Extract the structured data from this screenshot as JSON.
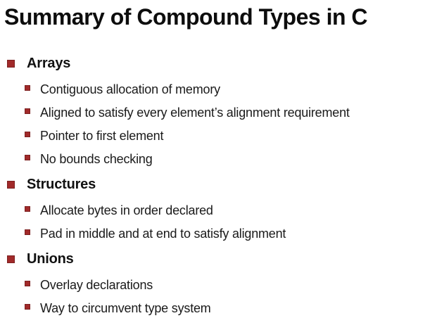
{
  "slide": {
    "title": "Summary of Compound Types in C",
    "accent_color": "#a12a2a",
    "text_color": "#1a1a1a",
    "background_color": "#ffffff",
    "sections": [
      {
        "heading": "Arrays",
        "items": [
          "Contiguous allocation of memory",
          "Aligned to satisfy every element’s alignment requirement",
          "Pointer to first element",
          "No bounds checking"
        ]
      },
      {
        "heading": "Structures",
        "items": [
          "Allocate bytes in order declared",
          "Pad in middle and at end to satisfy alignment"
        ]
      },
      {
        "heading": "Unions",
        "items": [
          "Overlay declarations",
          "Way to circumvent type system"
        ]
      }
    ]
  }
}
